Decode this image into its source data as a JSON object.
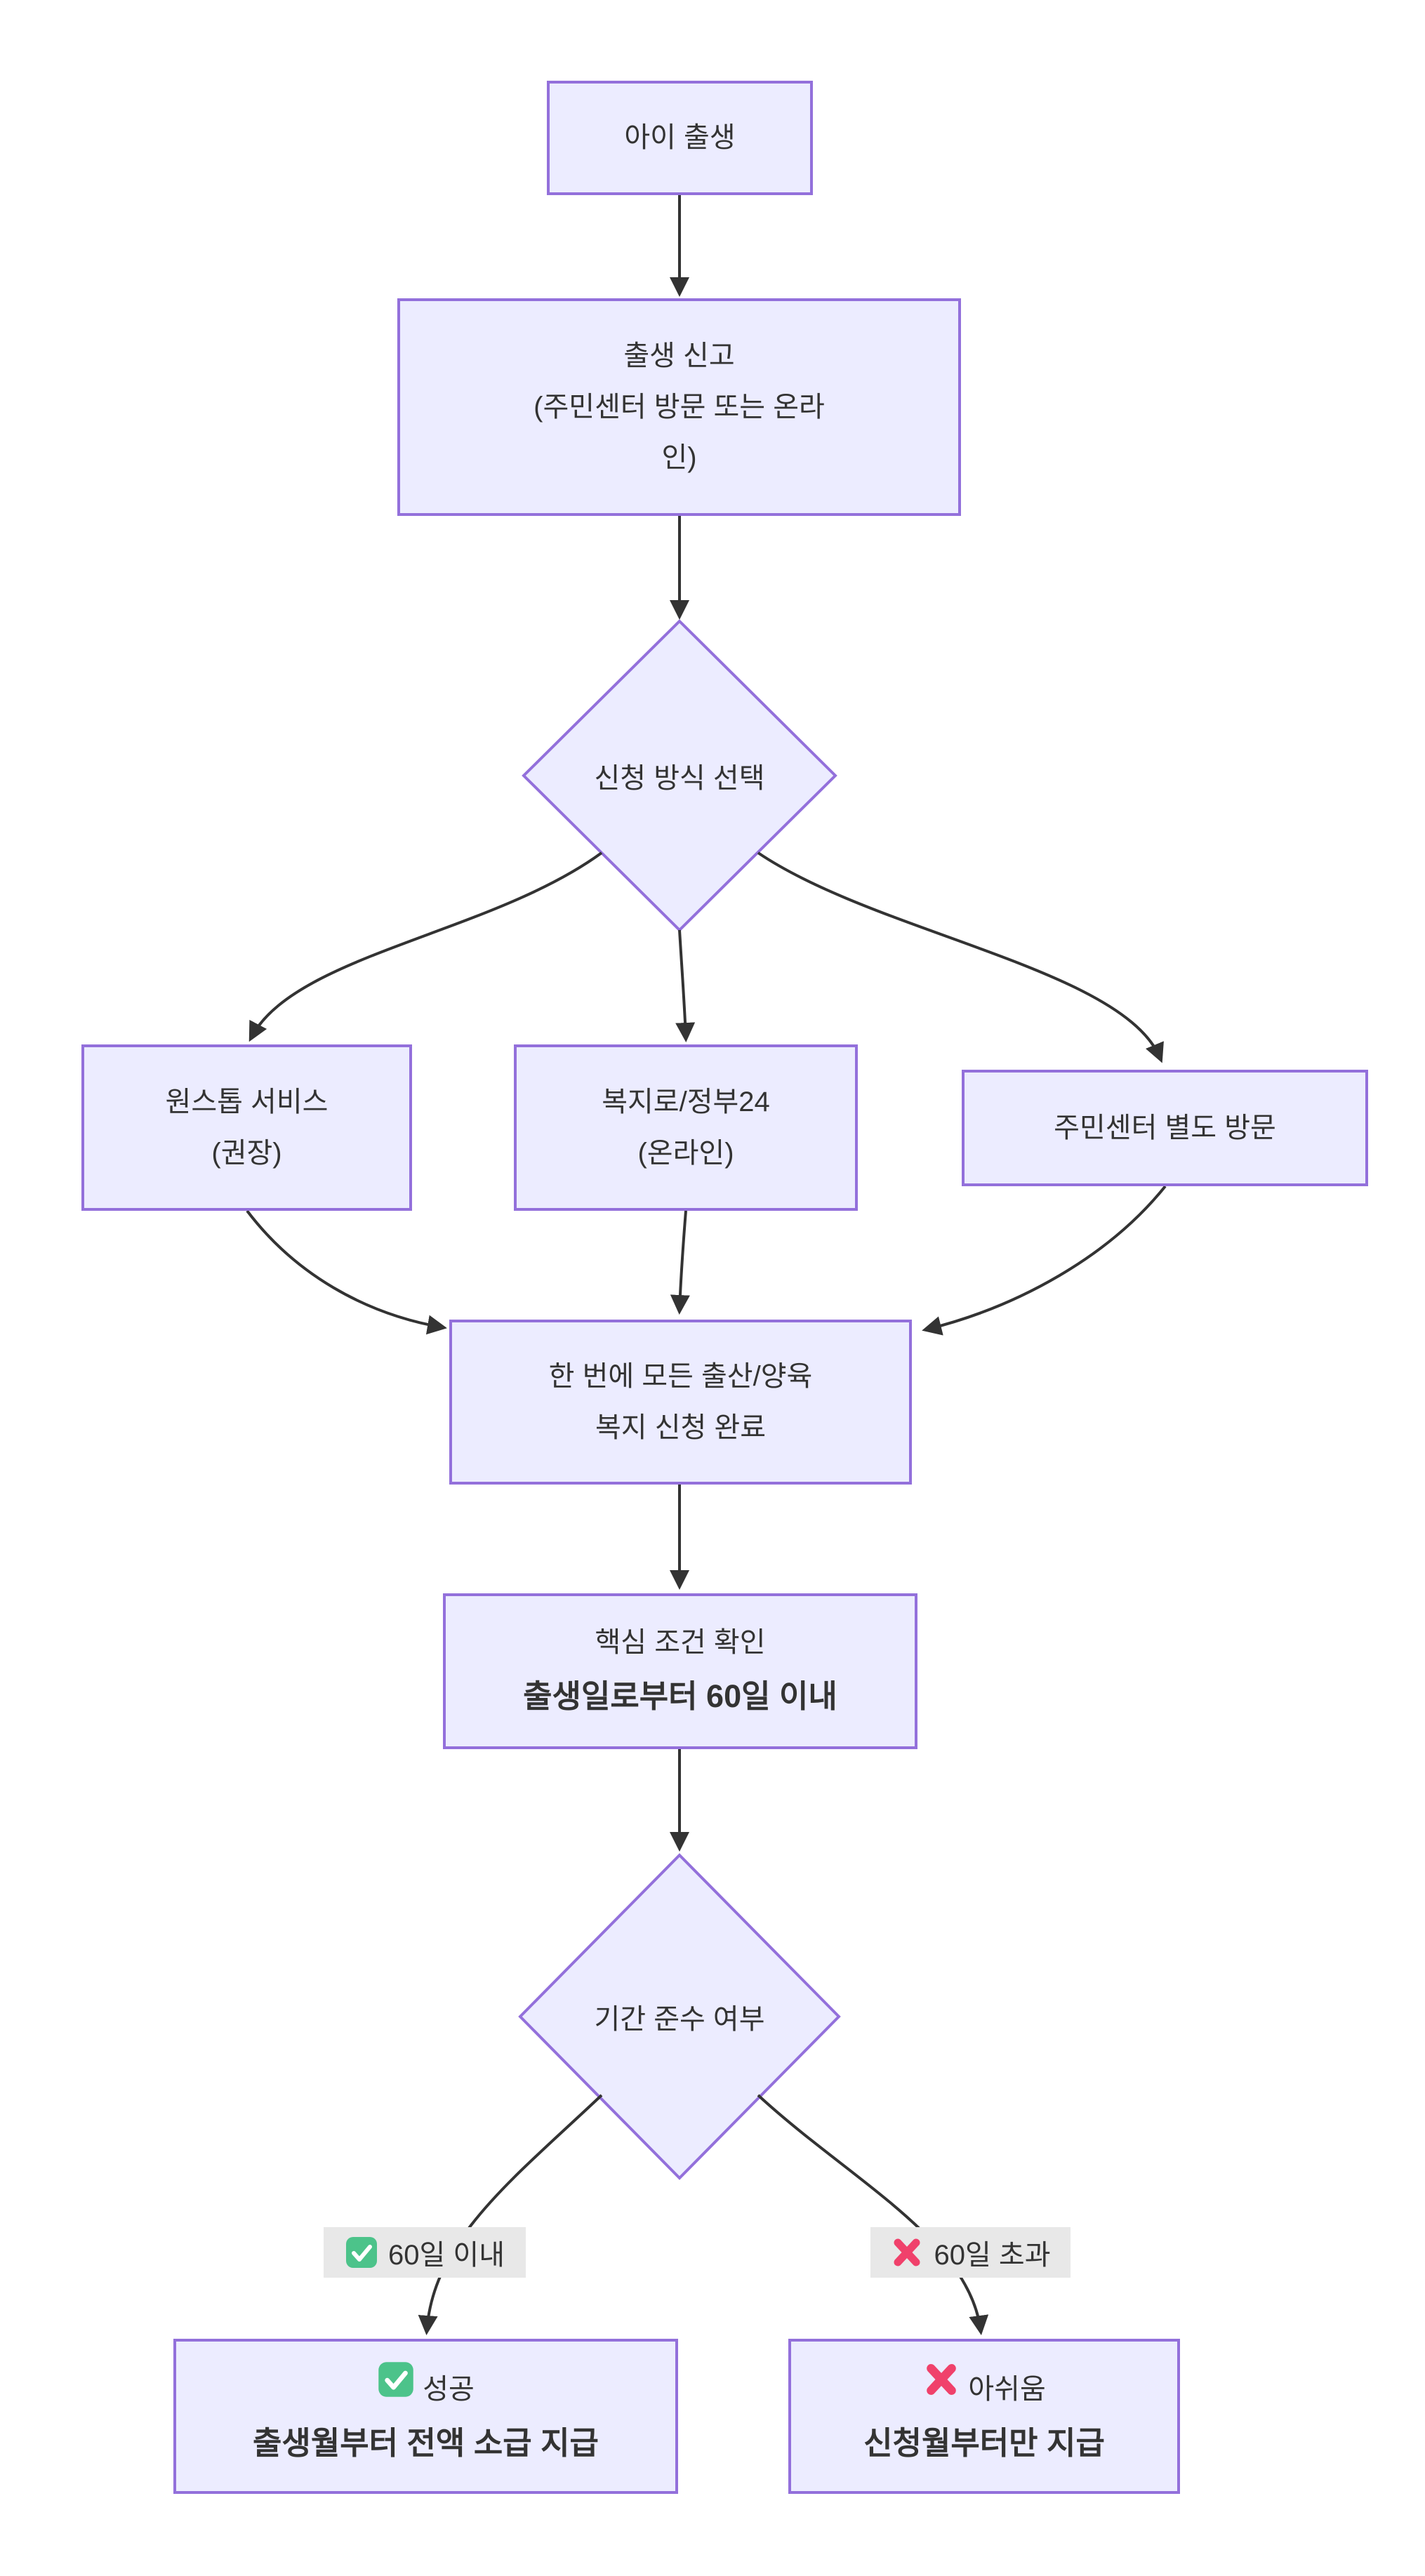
{
  "palette": {
    "node_fill": "#ECECFF",
    "node_border": "#9370DB",
    "edge_color": "#333333",
    "text_color": "#333333",
    "edge_label_bg": "#E8E8E8",
    "check_green": "#4CC38A",
    "cross_red": "#F0416B"
  },
  "nodes": {
    "birth": {
      "label": "아이 출생"
    },
    "report": {
      "line1": "출생 신고",
      "line2": "(주민센터 방문 또는 온라",
      "line3": "인)"
    },
    "method": {
      "label": "신청 방식 선택"
    },
    "onestop": {
      "line1": "원스톱 서비스",
      "line2": "(권장)"
    },
    "online": {
      "line1": "복지로/정부24",
      "line2": "(온라인)"
    },
    "visit": {
      "label": "주민센터 별도 방문"
    },
    "complete": {
      "line1": "한 번에 모든 출산/양육",
      "line2": "복지 신청 완료"
    },
    "condition": {
      "line1": "핵심 조건 확인",
      "line2": "출생일로부터 60일 이내"
    },
    "deadline": {
      "label": "기간 준수 여부"
    },
    "success": {
      "icon": "check-icon",
      "line1": "성공",
      "line2": "출생월부터 전액 소급 지급"
    },
    "late": {
      "icon": "cross-icon",
      "line1": "아쉬움",
      "line2": "신청월부터만 지급"
    }
  },
  "edge_labels": {
    "within": {
      "icon": "check-icon",
      "text": "60일 이내"
    },
    "over": {
      "icon": "cross-icon",
      "text": "60일 초과"
    }
  }
}
